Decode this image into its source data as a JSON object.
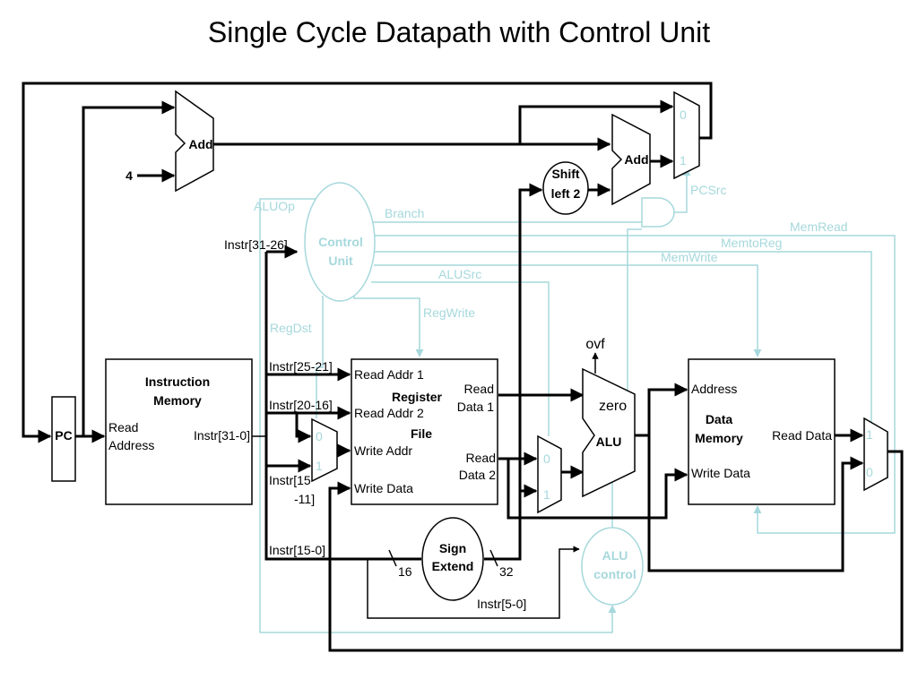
{
  "title": "Single Cycle Datapath with Control Unit",
  "colors": {
    "datapath": "#000000",
    "control": "#a6d8dc",
    "background": "#ffffff"
  },
  "components": {
    "pc": "PC",
    "add_top": "Add",
    "const_four": "4",
    "add_branch": "Add",
    "shift_left": [
      "Shift",
      "left 2"
    ],
    "control_unit": [
      "Control",
      "Unit"
    ],
    "instruction_memory": {
      "title": [
        "Instruction",
        "Memory"
      ],
      "read_address": [
        "Read",
        "Address"
      ],
      "output": "Instr[31-0]"
    },
    "register_file": {
      "title": [
        "Register",
        "File"
      ],
      "read_addr1": "Read Addr 1",
      "read_addr2": "Read Addr 2",
      "write_addr": "Write Addr",
      "write_data": "Write Data",
      "read_data1": [
        "Read",
        "Data 1"
      ],
      "read_data2": [
        "Read",
        "Data 2"
      ]
    },
    "alu": {
      "label": "ALU",
      "zero": "zero",
      "ovf": "ovf"
    },
    "alu_control": [
      "ALU",
      "control"
    ],
    "sign_extend": [
      "Sign",
      "Extend"
    ],
    "data_memory": {
      "title": [
        "Data",
        "Memory"
      ],
      "address": "Address",
      "write_data": "Write Data",
      "read_data": "Read Data"
    },
    "mux_inputs": {
      "zero": "0",
      "one": "1"
    }
  },
  "signals": {
    "instr_31_26": "Instr[31-26]",
    "instr_25_21": "Instr[25-21]",
    "instr_20_16": "Instr[20-16]",
    "instr_15_11": [
      "Instr[15",
      "-11]"
    ],
    "instr_15_0": "Instr[15-0]",
    "instr_5_0": "Instr[5-0]",
    "width_16": "16",
    "width_32": "32"
  },
  "control_signals": {
    "aluop": "ALUOp",
    "branch": "Branch",
    "pcsrc": "PCSrc",
    "memread": "MemRead",
    "memtoreg": "MemtoReg",
    "memwrite": "MemWrite",
    "alusrc": "ALUSrc",
    "regwrite": "RegWrite",
    "regdst": "RegDst"
  }
}
